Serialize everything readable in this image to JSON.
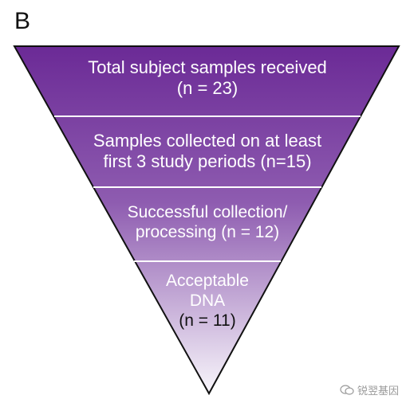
{
  "panel_label": "B",
  "levels": [
    {
      "lines": [
        "Total subject samples received",
        "(n = 23)"
      ]
    },
    {
      "lines": [
        "Samples collected on at least",
        "first 3 study periods (n=15)"
      ]
    },
    {
      "lines": [
        "Successful collection/",
        "processing (n = 12)"
      ]
    },
    {
      "lines": [
        "Acceptable",
        "DNA",
        "(n = 11)"
      ]
    }
  ],
  "watermark": "锐翌基因",
  "colors": {
    "top": "#6b2a96",
    "bottom": "#f8f6fb",
    "text_light": "#ffffff",
    "text_dark": "#111111",
    "divider": "#ffffff",
    "outline": "#111111"
  }
}
